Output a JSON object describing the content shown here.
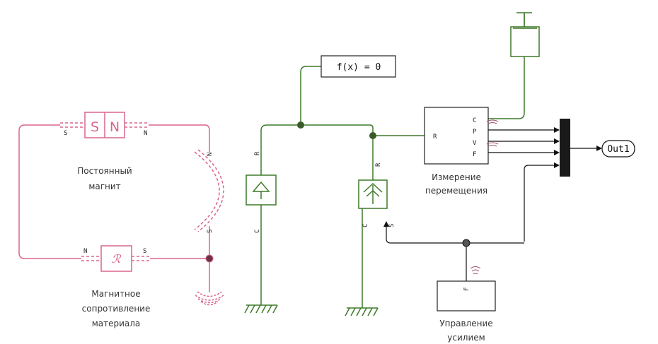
{
  "colors": {
    "magnetic": "#d9668c",
    "mechanical": "#3d7a28",
    "signal": "#000000",
    "node_magnetic": "#6b3445",
    "node_mech": "#3a5a2a"
  },
  "labels": {
    "magnet": [
      "Постоянный",
      "магнит"
    ],
    "reluctance": [
      "Магнитное",
      "сопротивление",
      "материала"
    ],
    "sensor": [
      "Измерение",
      "перемещения"
    ],
    "force": [
      "Управление",
      "усилием"
    ]
  },
  "blocks": {
    "magnet_s": "S",
    "magnet_n": "N",
    "reluctance_symbol": "ℛ",
    "solver": "f(x) = 0",
    "outport": "Out1"
  },
  "ports": {
    "magnet_left": "S",
    "magnet_right": "N",
    "reluct_left": "N",
    "reluct_right": "S",
    "gap_top": "N",
    "gap_bottom": "S",
    "mass_r": "R",
    "mass_c": "C",
    "force_src_r": "R",
    "force_src_c": "C",
    "force_src_s": "S",
    "sensor_r": "R",
    "sensor_c": "C",
    "sensor_p": "P",
    "sensor_v": "V",
    "sensor_f": "F",
    "force_ctrl_f": "F"
  },
  "icons": [
    "permanent-magnet-icon",
    "reluctance-icon",
    "magnetic-reference-icon",
    "mass-icon",
    "force-source-icon",
    "mechanical-reference-icon",
    "motion-sensor-icon",
    "damper-icon",
    "mux-icon",
    "wireless-signal-icon"
  ]
}
